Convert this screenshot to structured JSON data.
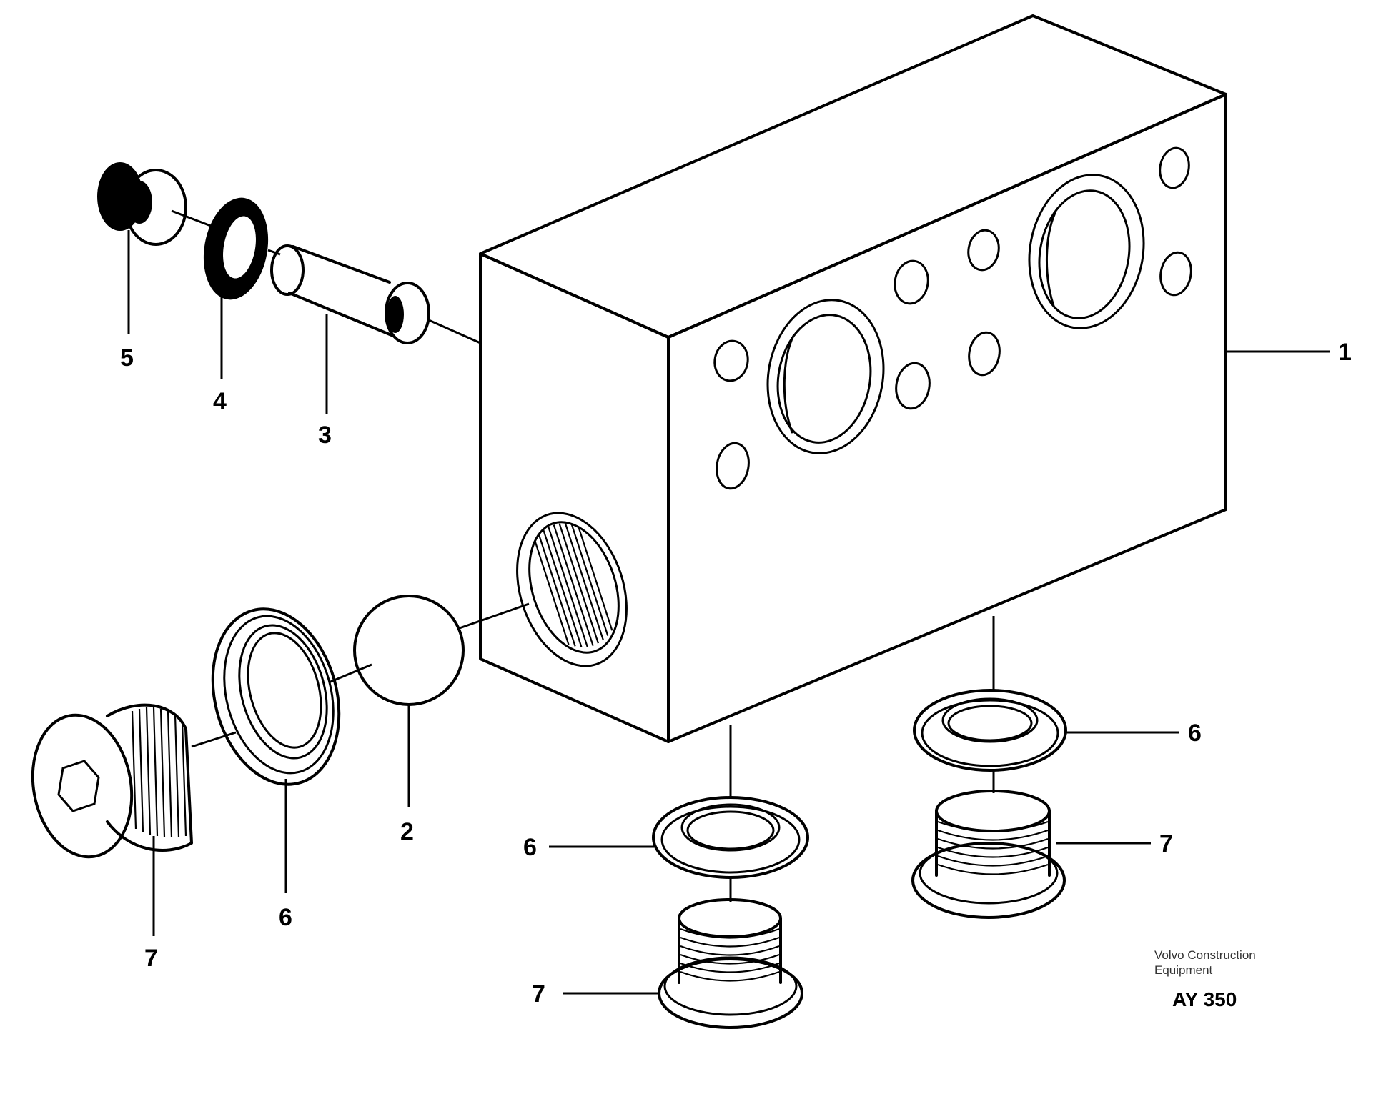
{
  "callouts": {
    "c1": "1",
    "c2": "2",
    "c3": "3",
    "c4": "4",
    "c5": "5",
    "c6a": "6",
    "c6b": "6",
    "c6c": "6",
    "c7a": "7",
    "c7b": "7",
    "c7c": "7"
  },
  "watermark": {
    "line1": "Volvo Construction",
    "line2": "Equipment",
    "code": "AY 350"
  }
}
